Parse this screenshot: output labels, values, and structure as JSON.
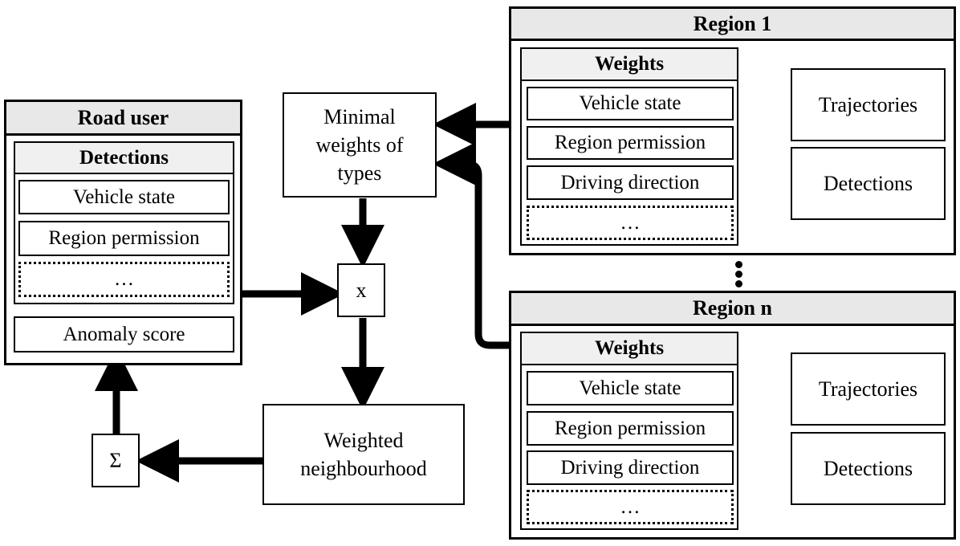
{
  "road_user": {
    "title": "Road user",
    "detections_title": "Detections",
    "items": [
      "Vehicle state",
      "Region permission",
      "…"
    ],
    "anomaly_score": "Anomaly score"
  },
  "minimal_weights": {
    "line1": "Minimal",
    "line2": "weights of",
    "line3": "types"
  },
  "multiply": "x",
  "sum": "Σ",
  "weighted_neighbourhood": {
    "line1": "Weighted",
    "line2": "neighbourhood"
  },
  "region1": {
    "title": "Region 1",
    "weights_title": "Weights",
    "items": [
      "Vehicle state",
      "Region permission",
      "Driving direction",
      "…"
    ],
    "trajectories": "Trajectories",
    "detections": "Detections"
  },
  "regionn": {
    "title": "Region n",
    "weights_title": "Weights",
    "items": [
      "Vehicle state",
      "Region permission",
      "Driving direction",
      "…"
    ],
    "trajectories": "Trajectories",
    "detections": "Detections"
  }
}
